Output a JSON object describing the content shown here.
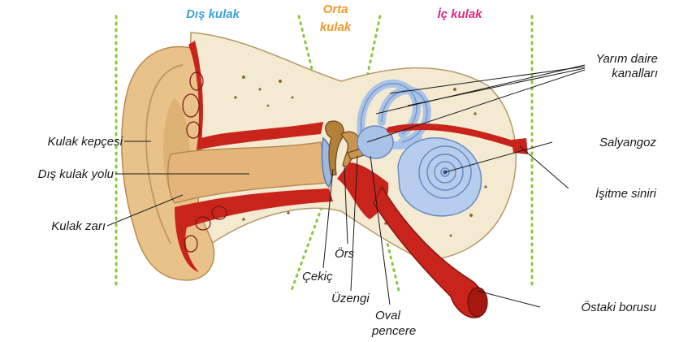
{
  "headers": {
    "outer": "Dış kulak",
    "middle_line1": "Orta",
    "middle_line2": "kulak",
    "inner": "İç kulak"
  },
  "labels": {
    "pinna": "Kulak kepçesi",
    "ear_canal": "Dış kulak yolu",
    "eardrum": "Kulak zarı",
    "hammer": "Çekiç",
    "anvil": "Örs",
    "stirrup": "Üzengi",
    "oval_window_line1": "Oval",
    "oval_window_line2": "pencere",
    "canals_line1": "Yarım daire",
    "canals_line2": "kanalları",
    "cochlea": "Salyangoz",
    "nerve": "İşitme siniri",
    "eustachian": "Östaki borusu"
  },
  "colors": {
    "outer_header": "#3aa0d8",
    "middle_header": "#f39a2c",
    "inner_header": "#e0287c",
    "skin": "#e9c28a",
    "bone": "#f4ead2",
    "muscle": "#c8241c",
    "inner_ear": "#a9c3e8",
    "divider": "#8cc63f"
  }
}
